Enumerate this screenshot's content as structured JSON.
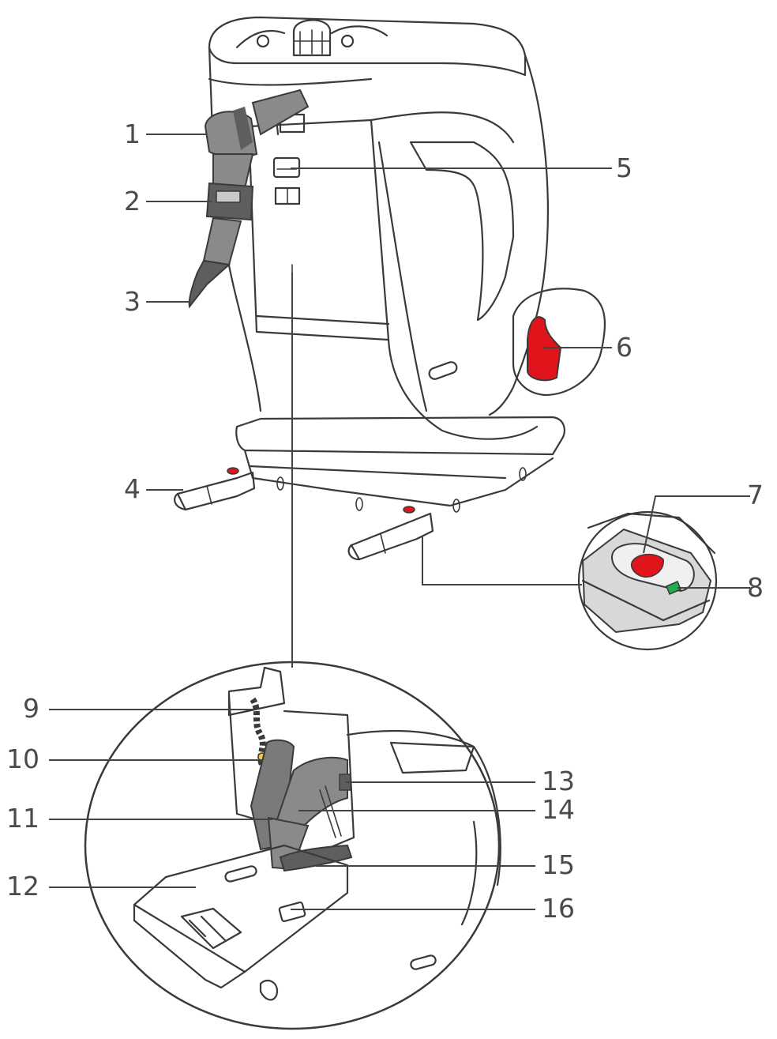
{
  "diagram": {
    "callouts": [
      {
        "id": "1",
        "label": "1"
      },
      {
        "id": "2",
        "label": "2"
      },
      {
        "id": "3",
        "label": "3"
      },
      {
        "id": "4",
        "label": "4"
      },
      {
        "id": "5",
        "label": "5"
      },
      {
        "id": "6",
        "label": "6"
      },
      {
        "id": "7",
        "label": "7"
      },
      {
        "id": "8",
        "label": "8"
      },
      {
        "id": "9",
        "label": "9"
      },
      {
        "id": "10",
        "label": "10"
      },
      {
        "id": "11",
        "label": "11"
      },
      {
        "id": "12",
        "label": "12"
      },
      {
        "id": "13",
        "label": "13"
      },
      {
        "id": "14",
        "label": "14"
      },
      {
        "id": "15",
        "label": "15"
      },
      {
        "id": "16",
        "label": "16"
      }
    ],
    "colors": {
      "line": "#3a3a3a",
      "strap": "#8a8a8a",
      "strap_dark": "#5e5e5e",
      "release_button": "#e0141b",
      "indicator_green": "#1fae4b"
    }
  }
}
